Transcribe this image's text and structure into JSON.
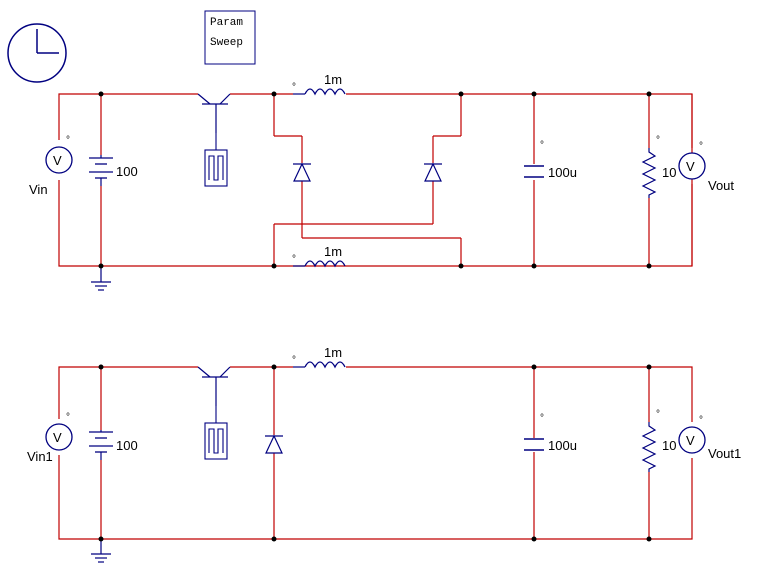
{
  "colors": {
    "wire": "#c00000",
    "component": "#000080",
    "junction": "#000000",
    "background": "#ffffff"
  },
  "icons": {
    "clock": "clock-icon",
    "param_sweep_block": "param-sweep-block"
  },
  "param_sweep": {
    "line1": "Param",
    "line2": "Sweep"
  },
  "circuit_top": {
    "voltmeter_in": {
      "symbol": "V",
      "label": "Vin"
    },
    "source": {
      "value": "100"
    },
    "inductor_top": {
      "value": "1m"
    },
    "inductor_bottom": {
      "value": "1m"
    },
    "capacitor": {
      "value": "100u"
    },
    "resistor": {
      "value": "10"
    },
    "voltmeter_out": {
      "symbol": "V",
      "label": "Vout"
    }
  },
  "circuit_bottom": {
    "voltmeter_in": {
      "symbol": "V",
      "label": "Vin1"
    },
    "source": {
      "value": "100"
    },
    "inductor": {
      "value": "1m"
    },
    "capacitor": {
      "value": "100u"
    },
    "resistor": {
      "value": "10"
    },
    "voltmeter_out": {
      "symbol": "V",
      "label": "Vout1"
    }
  },
  "polarity_dot": "°"
}
